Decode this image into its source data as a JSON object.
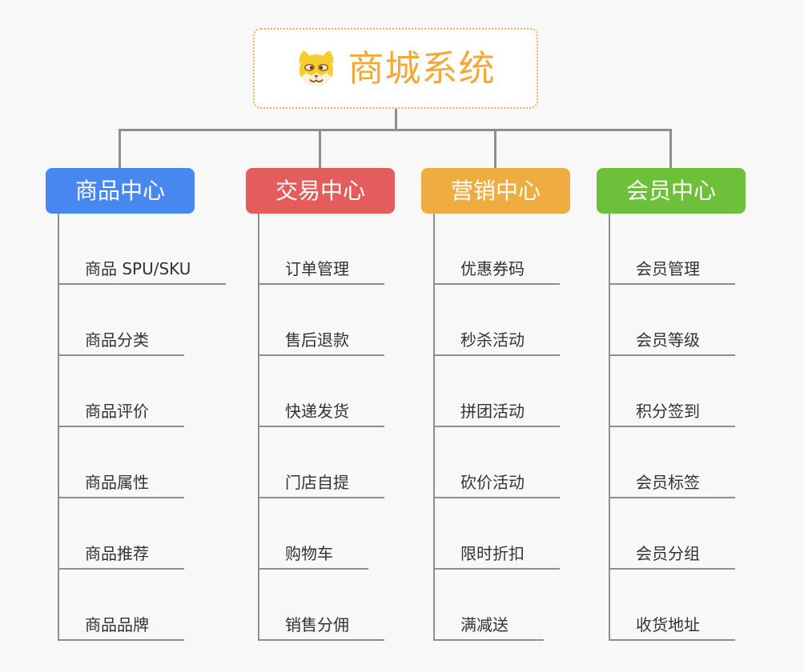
{
  "root": {
    "title": "商城系统",
    "icon": "shiba-dog-icon"
  },
  "branches": [
    {
      "label": "商品中心",
      "color": "#4788f0",
      "children": [
        "商品 SPU/SKU",
        "商品分类",
        "商品评价",
        "商品属性",
        "商品推荐",
        "商品品牌"
      ]
    },
    {
      "label": "交易中心",
      "color": "#e45c5c",
      "children": [
        "订单管理",
        "售后退款",
        "快递发货",
        "门店自提",
        "购物车",
        "销售分佣"
      ]
    },
    {
      "label": "营销中心",
      "color": "#efad41",
      "children": [
        "优惠券码",
        "秒杀活动",
        "拼团活动",
        "砍价活动",
        "限时折扣",
        "满减送"
      ]
    },
    {
      "label": "会员中心",
      "color": "#6ec03a",
      "children": [
        "会员管理",
        "会员等级",
        "积分签到",
        "会员标签",
        "会员分组",
        "收货地址"
      ]
    }
  ],
  "colors": {
    "background": "#f8f8f8",
    "connector": "#8e8e8e",
    "root_border": "#f5b14a",
    "root_text": "#f2a93c",
    "leaf_text": "#333333",
    "branch_text": "#ffffff"
  }
}
